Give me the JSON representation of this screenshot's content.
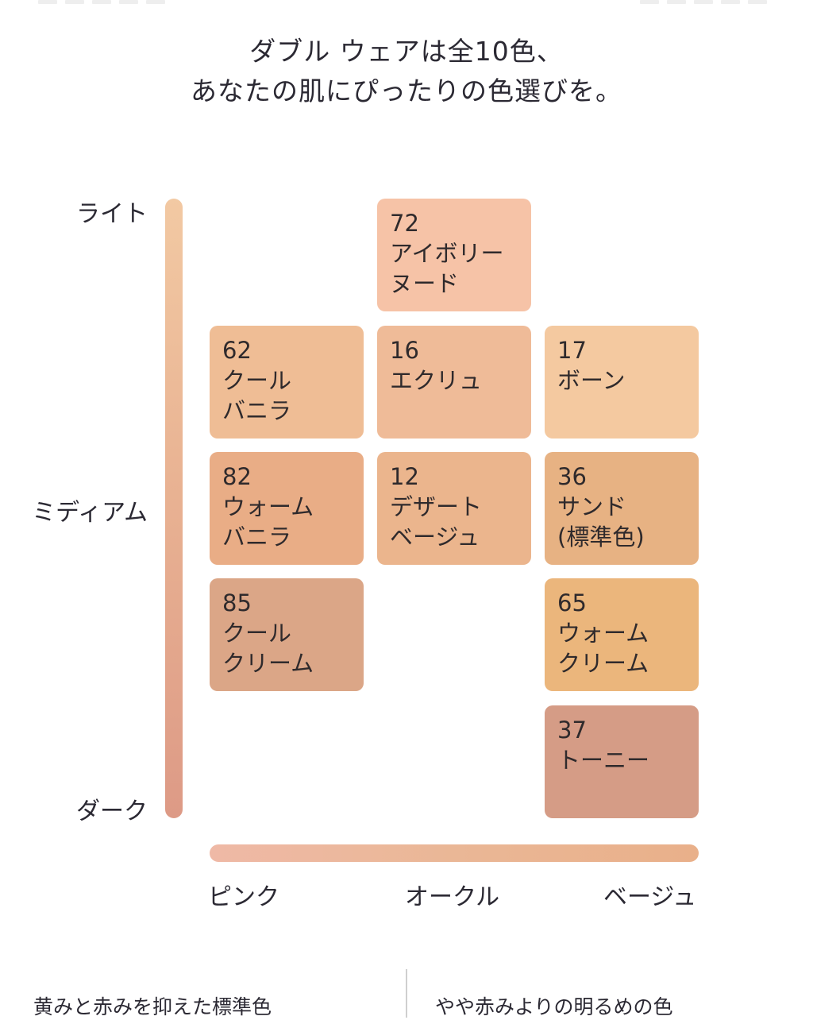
{
  "header": {
    "line1": "ダブル ウェアは全10色、",
    "line2": "あなたの肌にぴったりの色選びを。"
  },
  "axes": {
    "y": {
      "top": "ライト",
      "middle": "ミディアム",
      "bottom": "ダーク",
      "gradient": [
        "#f2c9a3",
        "#dd9a86"
      ]
    },
    "x": {
      "left": "ピンク",
      "center": "オークル",
      "right": "ベージュ",
      "gradient": [
        "#efb9a6",
        "#e9b08a"
      ]
    }
  },
  "shades": [
    {
      "num": "72",
      "line1": "アイボリー",
      "line2": "ヌード",
      "column": "オークル",
      "row": 1,
      "color": "#f6c3a7"
    },
    {
      "num": "62",
      "line1": "クール",
      "line2": "バニラ",
      "column": "ピンク",
      "row": 2,
      "color": "#efbd95"
    },
    {
      "num": "16",
      "line1": "エクリュ",
      "line2": "",
      "column": "オークル",
      "row": 2,
      "color": "#efbb98"
    },
    {
      "num": "17",
      "line1": "ボーン",
      "line2": "",
      "column": "ベージュ",
      "row": 2,
      "color": "#f4c9a0"
    },
    {
      "num": "82",
      "line1": "ウォーム",
      "line2": "バニラ",
      "column": "ピンク",
      "row": 3,
      "color": "#e9ad86"
    },
    {
      "num": "12",
      "line1": "デザート",
      "line2": "ベージュ",
      "column": "オークル",
      "row": 3,
      "color": "#ebb58d"
    },
    {
      "num": "36",
      "line1": "サンド",
      "line2": "(標準色)",
      "column": "ベージュ",
      "row": 3,
      "color": "#e7b283"
    },
    {
      "num": "85",
      "line1": "クール",
      "line2": "クリーム",
      "column": "ピンク",
      "row": 4,
      "color": "#dba687"
    },
    {
      "num": "65",
      "line1": "ウォーム",
      "line2": "クリーム",
      "column": "ベージュ",
      "row": 4,
      "color": "#ebb67c"
    },
    {
      "num": "37",
      "line1": "トーニー",
      "line2": "",
      "column": "ベージュ",
      "row": 5,
      "color": "#d59c86"
    }
  ],
  "footer": {
    "left": "黄みと赤みを抑えた標準色",
    "right": "やや赤みよりの明るめの色"
  }
}
